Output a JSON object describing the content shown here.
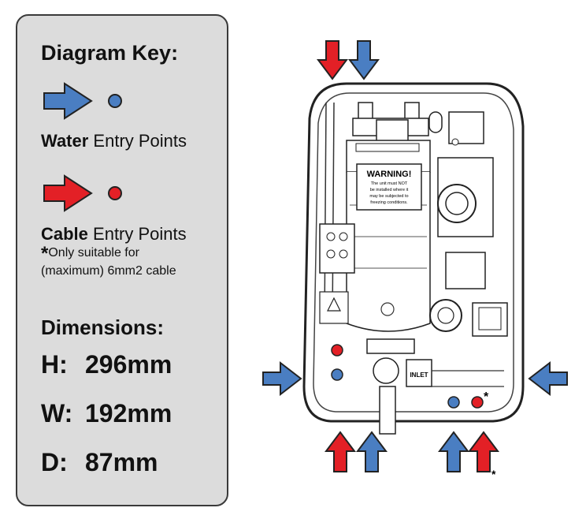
{
  "key": {
    "title": "Diagram Key:",
    "water": {
      "bold": "Water",
      "rest": " Entry Points",
      "color": "#4a7ec2"
    },
    "cable": {
      "bold": "Cable",
      "rest": " Entry Points",
      "color": "#e32026"
    },
    "note_star": "*",
    "note_line1": "Only suitable for",
    "note_line2": "(maximum) 6mm2 cable"
  },
  "dimensions": {
    "title": "Dimensions:",
    "height_key": "H:",
    "height_value": "296mm",
    "width_key": "W:",
    "width_value": "192mm",
    "depth_key": "D:",
    "depth_value": "87mm"
  },
  "unit": {
    "warning_label": "WARNING!",
    "warning_text": [
      "The unit must NOT",
      "be installed where it",
      "may be subjected to",
      "freezing conditions."
    ],
    "inlet_label": "INLET",
    "footnote_star": "*"
  },
  "colors": {
    "water": "#4a7ec2",
    "cable": "#e32026",
    "panel": "#dcdcdc"
  }
}
